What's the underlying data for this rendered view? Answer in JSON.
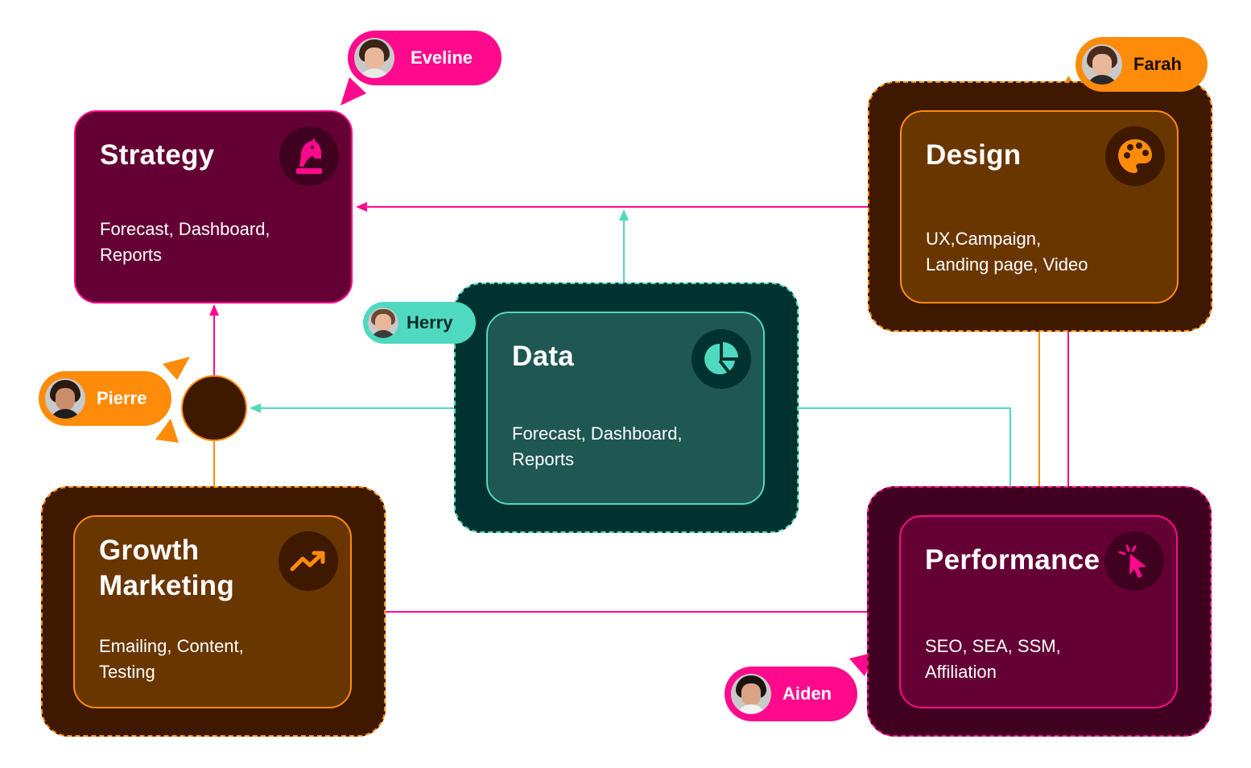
{
  "nodes": {
    "strategy": {
      "title": "Strategy",
      "desc_line1": "Forecast, Dashboard,",
      "desc_line2": "Reports",
      "icon": "chess-knight-icon"
    },
    "design": {
      "title": "Design",
      "desc_line1": "UX,Campaign,",
      "desc_line2": "Landing page, Video",
      "icon": "palette-icon"
    },
    "data": {
      "title": "Data",
      "desc_line1": "Forecast, Dashboard,",
      "desc_line2": "Reports",
      "icon": "pie-chart-icon"
    },
    "growth": {
      "title_line1": "Growth",
      "title_line2": "Marketing",
      "desc_line1": "Emailing, Content,",
      "desc_line2": "Testing",
      "icon": "trending-up-icon"
    },
    "performance": {
      "title": "Performance",
      "desc_line1": "SEO, SEA, SSM,",
      "desc_line2": "Affiliation",
      "icon": "cursor-click-icon"
    }
  },
  "people": {
    "eveline": "Eveline",
    "farah": "Farah",
    "herry": "Herry",
    "pierre": "Pierre",
    "aiden": "Aiden"
  },
  "colors": {
    "pink": "#ff0a8c",
    "orange": "#ff8b0a",
    "teal": "#4fd9c0",
    "strategy_fill": "#650034",
    "design_outer": "#3e1900",
    "design_fill": "#6a3600",
    "data_outer": "#003330",
    "data_fill": "#1f5752",
    "growth_outer": "#3e1900",
    "growth_fill": "#6a3600",
    "performance_outer": "#400020",
    "performance_fill": "#650034",
    "hub_fill": "#3e1900"
  }
}
